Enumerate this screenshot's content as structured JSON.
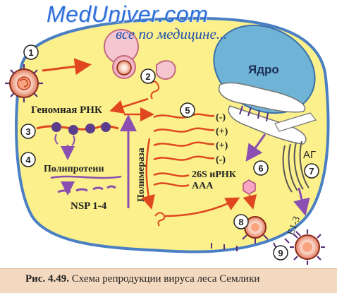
{
  "watermark": {
    "site": "MedUniver.com",
    "tagline": "все по медицине..."
  },
  "labels": {
    "nucleus": "Ядро",
    "genomic_rna": "Геномная РНК",
    "polyprotein": "Полипротеин",
    "nsp": "NSP 1-4",
    "polymerase": "Полимераза",
    "mrna": "26S иРНК",
    "polya": "AAA",
    "golgi": "АГ",
    "e13": "E1-3"
  },
  "strands": [
    "(-)",
    "(+)",
    "(+)",
    "(-)"
  ],
  "steps": [
    "1",
    "2",
    "3",
    "4",
    "5",
    "6",
    "7",
    "8",
    "9"
  ],
  "caption": {
    "number": "Рис. 4.49.",
    "text": "Схема репродукции вируса леса Семлики"
  },
  "colors": {
    "cytoplasm": "#fbf08c",
    "membrane": "#4a7fc4",
    "nucleus": "#6fb3d6",
    "rna": "#e0471f",
    "arrow_purple": "#8a4fb0",
    "caption_bg": "#f3d9bf"
  }
}
